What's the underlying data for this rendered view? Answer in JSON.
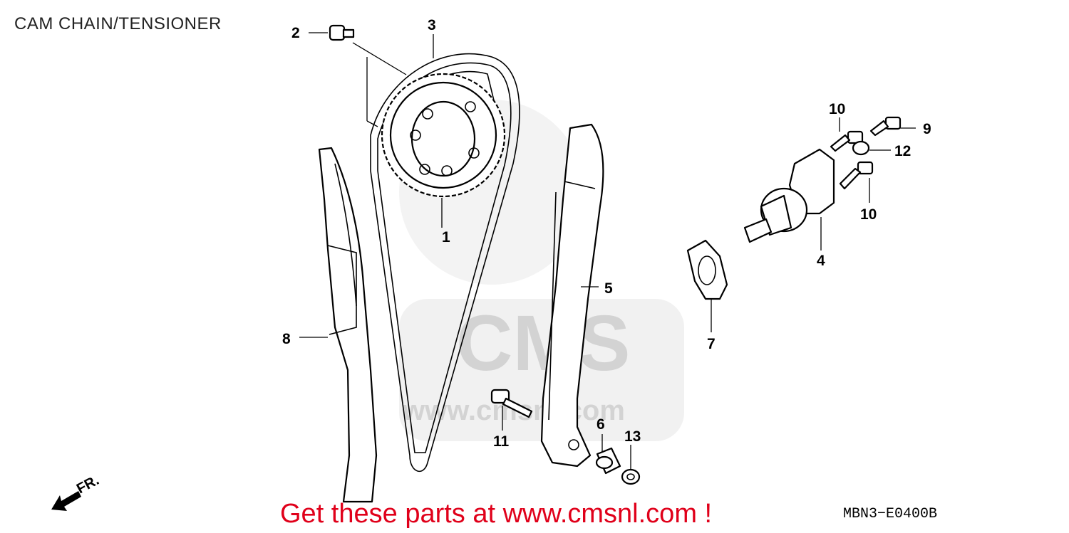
{
  "header": {
    "title": "CAM CHAIN/TENSIONER"
  },
  "callouts": [
    "1",
    "2",
    "3",
    "4",
    "5",
    "6",
    "7",
    "8",
    "9",
    "10",
    "10",
    "11",
    "12",
    "13"
  ],
  "arrow": {
    "label": "FR."
  },
  "watermark": {
    "text": "CMS",
    "url_text": "www.cmsnl.com"
  },
  "footer": {
    "promo": "Get these parts at www.cmsnl.com !",
    "diagram_code": "MBN3−E0400B"
  },
  "colors": {
    "promo": "#e0001a",
    "ink": "#000000",
    "watermark": "#d9d9d9"
  }
}
